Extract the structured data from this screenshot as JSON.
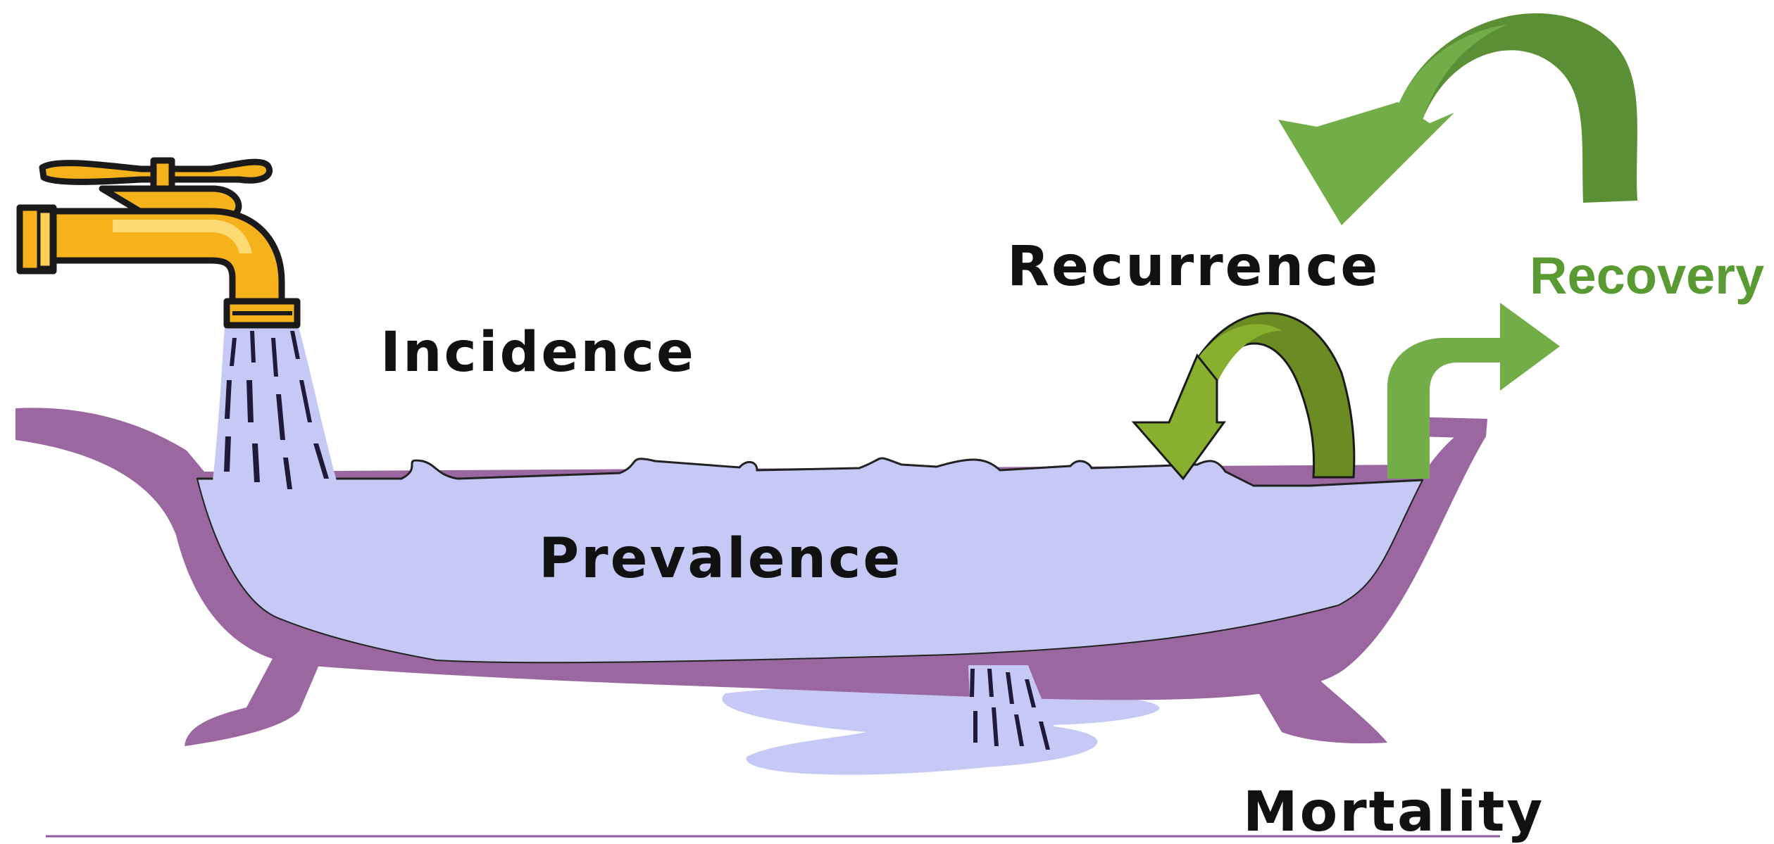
{
  "labels": {
    "incidence": "Incidence",
    "prevalence": "Prevalence",
    "recurrence": "Recurrence",
    "recovery": "Recovery",
    "mortality": "Mortality"
  },
  "colors": {
    "tub": "#9b67a0",
    "water": "#c6c9f5",
    "faucet": "#f6b21a",
    "arrow_light": "#72ad47",
    "arrow_dark": "#5b8f36",
    "arrow_olive_light": "#86b02e",
    "arrow_olive_dark": "#6b8c22",
    "recovery_text": "#5a9a33",
    "label_text": "#111111",
    "baseline": "#8e5aa4"
  },
  "icons": {
    "faucet": "faucet-icon",
    "bathtub": "bathtub-icon",
    "drain": "drain-icon",
    "recurrence_arrow": "curved-arrow-icon",
    "recovery_arrow": "bent-arrow-icon",
    "big_loop_arrow": "curved-arrow-icon"
  }
}
